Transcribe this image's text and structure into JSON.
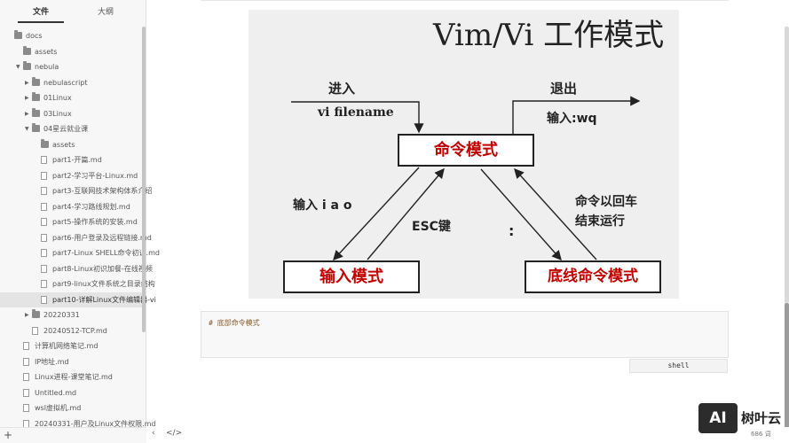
{
  "sidebar": {
    "tabs": {
      "files": "文件",
      "outline": "大纲"
    },
    "tree": [
      {
        "label": "docs",
        "type": "folder",
        "depth": 0,
        "caret": "none"
      },
      {
        "label": "assets",
        "type": "folder",
        "depth": 1,
        "caret": "none"
      },
      {
        "label": "nebula",
        "type": "folder",
        "depth": 1,
        "caret": "open"
      },
      {
        "label": "nebulascript",
        "type": "folder",
        "depth": 2,
        "caret": "closed"
      },
      {
        "label": "01Linux",
        "type": "folder",
        "depth": 2,
        "caret": "closed"
      },
      {
        "label": "03Linux",
        "type": "folder",
        "depth": 2,
        "caret": "closed"
      },
      {
        "label": "04星云就业课",
        "type": "folder",
        "depth": 2,
        "caret": "open"
      },
      {
        "label": "assets",
        "type": "folder",
        "depth": 3,
        "caret": "none"
      },
      {
        "label": "part1-开篇.md",
        "type": "file",
        "depth": 3,
        "caret": "none"
      },
      {
        "label": "part2-学习平台-Linux.md",
        "type": "file",
        "depth": 3,
        "caret": "none"
      },
      {
        "label": "part3-互联网技术架构体系介绍",
        "type": "file",
        "depth": 3,
        "caret": "none"
      },
      {
        "label": "part4-学习路线规划.md",
        "type": "file",
        "depth": 3,
        "caret": "none"
      },
      {
        "label": "part5-操作系统的安装.md",
        "type": "file",
        "depth": 3,
        "caret": "none"
      },
      {
        "label": "part6-用户登录及远程链接.md",
        "type": "file",
        "depth": 3,
        "caret": "none"
      },
      {
        "label": "part7-Linux SHELL命令初识.md",
        "type": "file",
        "depth": 3,
        "caret": "none"
      },
      {
        "label": "part8-Linux初识加餐-在线视频",
        "type": "file",
        "depth": 3,
        "caret": "none"
      },
      {
        "label": "part9-linux文件系统之目录结构",
        "type": "file",
        "depth": 3,
        "caret": "none"
      },
      {
        "label": "part10-详解Linux文件编辑器-vi",
        "type": "file",
        "depth": 3,
        "caret": "none",
        "active": true
      },
      {
        "label": "20220331",
        "type": "folder",
        "depth": 2,
        "caret": "closed"
      },
      {
        "label": "20240512-TCP.md",
        "type": "file",
        "depth": 2,
        "caret": "none"
      },
      {
        "label": "计算机网络笔记.md",
        "type": "file",
        "depth": 1,
        "caret": "none"
      },
      {
        "label": "IP地址.md",
        "type": "file",
        "depth": 1,
        "caret": "none"
      },
      {
        "label": "Linux进程-课堂笔记.md",
        "type": "file",
        "depth": 1,
        "caret": "none"
      },
      {
        "label": "Untitled.md",
        "type": "file",
        "depth": 1,
        "caret": "none"
      },
      {
        "label": "wsl虚拟机.md",
        "type": "file",
        "depth": 1,
        "caret": "none"
      },
      {
        "label": "20240331-用户及Linux文件权限.md",
        "type": "file",
        "depth": 1,
        "caret": "none"
      }
    ],
    "add_button": "+"
  },
  "slide": {
    "title": "Vim/Vi 工作模式",
    "command_mode": "命令模式",
    "insert_mode": "输入模式",
    "last_line_mode": "底线命令模式",
    "enter_label": "进入",
    "vi_filename": "vi filename",
    "exit_label": "退出",
    "wq_label": "输入:wq",
    "iao_label": "输入 i a o",
    "esc_label": "ESC键",
    "colon_label": ":",
    "return_label_1": "命令以回车",
    "return_label_2": "结束运行",
    "colors": {
      "box_text": "#c00000",
      "background": "#efefef"
    }
  },
  "code": {
    "text": "# 底部命令模式",
    "language": "shell"
  },
  "status": {
    "left_icon": "chevron-left-icon",
    "source_icon": "code-icon",
    "left_glyph": "‹",
    "source_glyph": "</>",
    "word_count": "686 词"
  },
  "watermark": {
    "logo_text": "AI",
    "brand_text": "树叶云"
  }
}
